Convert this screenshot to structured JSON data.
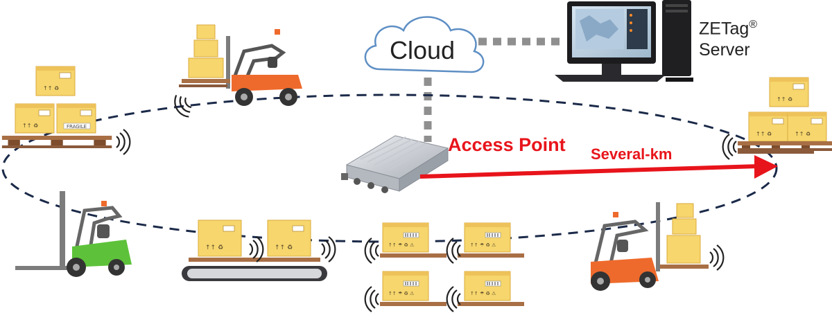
{
  "labels": {
    "cloud": "Cloud",
    "server_brand": "ZETag",
    "server_registered": "®",
    "server_line2": "Server",
    "access_point": "Access Point",
    "range": "Several-km"
  },
  "box_marks": {
    "fragile": "FRAGILE"
  },
  "colors": {
    "accent_red": "#e8141b",
    "box_yellow": "#f6d66d",
    "box_shade": "#e8b94a",
    "pallet_brown": "#8a5a3b",
    "forklift_orange": "#ee6a2c",
    "forklift_green": "#5dc23a",
    "dashed_ellipse": "#1b2a49",
    "link_gray": "#8f8f8f"
  },
  "icons": [
    "cloud-icon",
    "server-computer-icon",
    "access-point-device-icon",
    "forklift-icon",
    "cardboard-box-icon",
    "pallet-icon",
    "conveyor-belt-icon",
    "signal-wave-icon"
  ]
}
